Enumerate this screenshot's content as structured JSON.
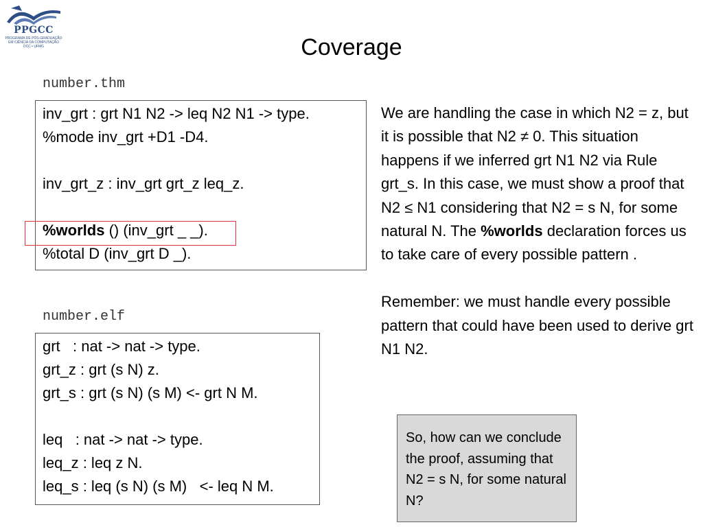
{
  "logo": {
    "title": "PPGCC",
    "subtitle_lines": [
      "PROGRAMA DE PÓS-GRADUAÇÃO",
      "EM CIÊNCIA DA COMPUTAÇÃO",
      "DCC • UFMG"
    ]
  },
  "slide": {
    "title": "Coverage"
  },
  "thm_file": {
    "label": "number.thm",
    "lines": [
      "inv_grt : grt N1 N2 -> leq N2 N1 -> type.",
      "%mode inv_grt +D1 -D4.",
      "",
      "inv_grt_z : inv_grt grt_z leq_z.",
      "",
      {
        "bold": "%worlds",
        "rest": " () (inv_grt _ _)."
      },
      "%total D (inv_grt D _)."
    ]
  },
  "elf_file": {
    "label": "number.elf",
    "lines": [
      "grt   : nat -> nat -> type.",
      "grt_z : grt (s N) z.",
      "grt_s : grt (s N) (s M) <- grt N M.",
      "",
      "leq   : nat -> nat -> type.",
      "leq_z : leq z N.",
      "leq_s : leq (s N) (s M)   <- leq N M."
    ]
  },
  "explanation": {
    "p1_before": "We are handling the case in which N2 = z, but it is possible that N2 ≠ 0. This situation happens if we inferred grt N1 N2 via Rule grt_s. In this case, we must show a proof that N2 ≤ N1 considering that N2 = s N, for some natural N. The ",
    "p1_bold": "%worlds",
    "p1_after": " declaration forces us to take care of every possible pattern .",
    "p2": "Remember: we must handle every possible pattern that could have been used to derive grt N1 N2."
  },
  "question": "So, how can we conclude the proof, assuming that N2 = s N, for some natural N?",
  "colors": {
    "highlight": "#e8323a",
    "logo_blue": "#2d4f86",
    "question_bg": "#d9d9d9"
  },
  "icons": {
    "logo": "ppgcc-wave-logo"
  }
}
